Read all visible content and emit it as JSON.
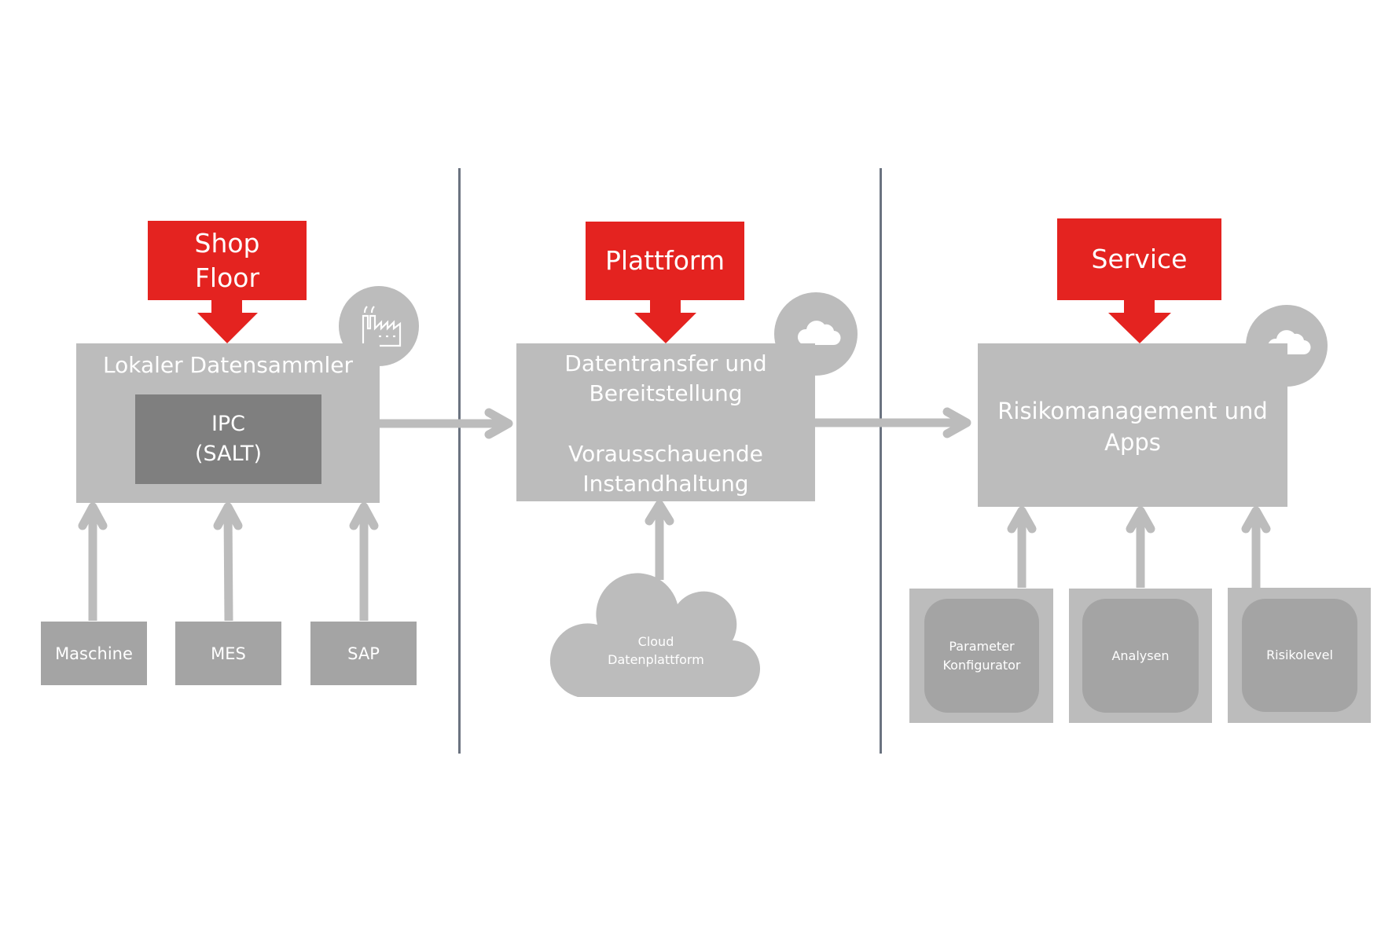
{
  "colors": {
    "accent_red": "#e42320",
    "box_gray": "#bcbcbc",
    "source_gray": "#a4a4a4",
    "ipc_gray": "#7f7f7f",
    "divider": "#6b7380",
    "arrow_gray": "#bcbcbc"
  },
  "columns": [
    {
      "header": [
        "Shop",
        "Floor"
      ],
      "icon": "factory-icon",
      "main_box": {
        "title": "Lokaler Datensammler",
        "inner": {
          "lines": [
            "IPC",
            "(SALT)"
          ]
        }
      },
      "sources": [
        {
          "label": "Maschine"
        },
        {
          "label": "MES"
        },
        {
          "label": "SAP"
        }
      ]
    },
    {
      "header": [
        "Plattform"
      ],
      "icon": "cloud-icon",
      "main_box": {
        "lines_top": [
          "Datentransfer und",
          "Bereitstellung"
        ],
        "lines_bottom": [
          "Vorausschauende",
          "Instandhaltung"
        ]
      },
      "sources": [
        {
          "lines": [
            "Cloud",
            "Datenplattform"
          ]
        }
      ]
    },
    {
      "header": [
        "Service"
      ],
      "icon": "cloud-icon",
      "main_box": {
        "lines": [
          "Risikomanagement und",
          "Apps"
        ]
      },
      "sources": [
        {
          "lines": [
            "Parameter",
            "Konfigurator"
          ]
        },
        {
          "lines": [
            "Analysen"
          ]
        },
        {
          "lines": [
            "Risikolevel"
          ]
        }
      ]
    }
  ]
}
